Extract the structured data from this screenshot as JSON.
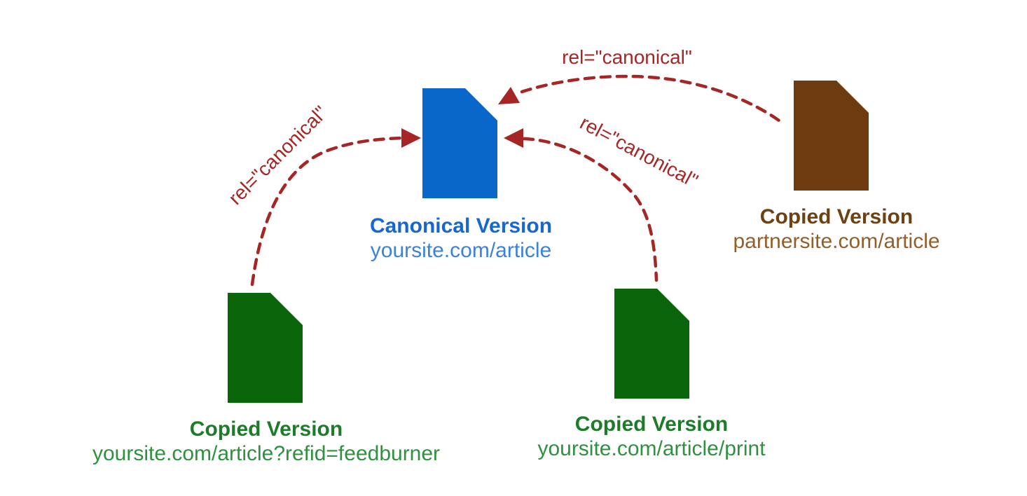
{
  "colors": {
    "background": "#ffffff",
    "arrow_red": "#A62626",
    "canonical_fill": "#0967CA",
    "canonical_label": "#1767D2",
    "canonical_url": "#3C82DB",
    "copy_green_fill": "#0B650B",
    "copy_green_label": "#1C7C2A",
    "copy_green_url": "#2F9040",
    "copy_brown_fill": "#6E3A0F",
    "copy_brown_label": "#6E4113",
    "copy_brown_url": "#915F2B"
  },
  "nodes": {
    "canonical": {
      "label": "Canonical Version",
      "url": "yoursite.com/article"
    },
    "partner_copy": {
      "label": "Copied Version",
      "url": "partnersite.com/article"
    },
    "feedburner_copy": {
      "label": "Copied Version",
      "url": "yoursite.com/article?refid=feedburner"
    },
    "print_copy": {
      "label": "Copied Version",
      "url": "yoursite.com/article/print"
    }
  },
  "edges": {
    "feedburner_to_canonical": {
      "label": "rel=\"canonical\""
    },
    "print_to_canonical": {
      "label": "rel=\"canonical\""
    },
    "partner_to_canonical": {
      "label": "rel=\"canonical\""
    }
  }
}
